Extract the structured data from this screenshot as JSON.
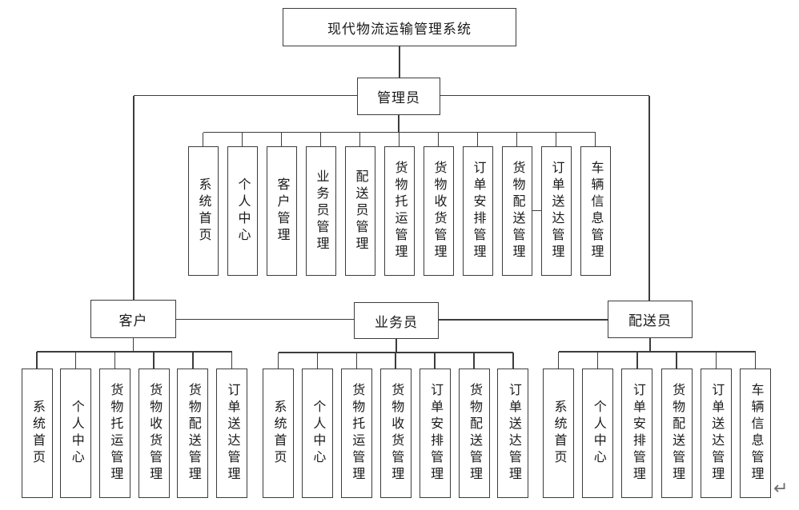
{
  "diagram": {
    "root": {
      "label": "现代物流运输管理系统"
    },
    "admin": {
      "label": "管理员",
      "children": [
        "系统首页",
        "个人中心",
        "客户管理",
        "业务员管理",
        "配送员管理",
        "货物托运管理",
        "货物收货管理",
        "订单安排管理",
        "货物配送管理",
        "订单送达管理",
        "车辆信息管理"
      ]
    },
    "roles": [
      {
        "label": "客户",
        "children": [
          "系统首页",
          "个人中心",
          "货物托运管理",
          "货物收货管理",
          "货物配送管理",
          "订单送达管理"
        ]
      },
      {
        "label": "业务员",
        "children": [
          "系统首页",
          "个人中心",
          "货物托运管理",
          "货物收货管理",
          "订单安排管理",
          "货物配送管理",
          "订单送达管理"
        ]
      },
      {
        "label": "配送员",
        "children": [
          "系统首页",
          "个人中心",
          "订单安排管理",
          "货物配送管理",
          "订单送达管理",
          "车辆信息管理"
        ]
      }
    ],
    "return_mark": "↵"
  }
}
